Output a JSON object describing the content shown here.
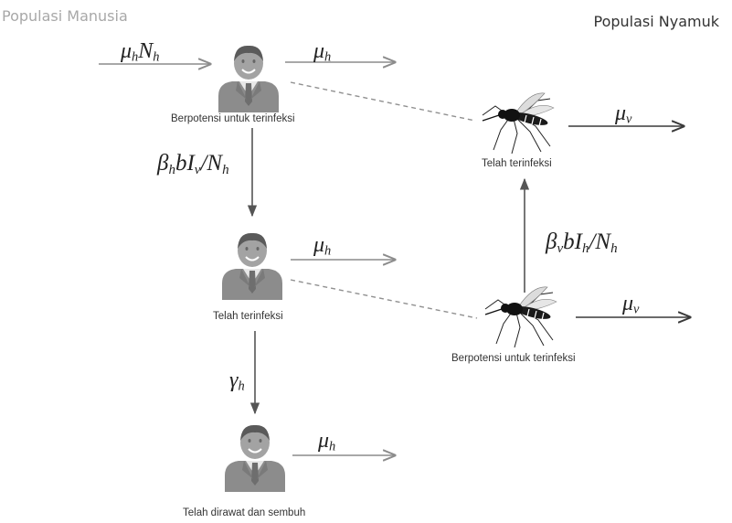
{
  "headers": {
    "human_population": "Populasi Manusia",
    "mosquito_population": "Populasi Nyamuk"
  },
  "human_nodes": {
    "susceptible": "Berpotensi untuk  terinfeksi",
    "infected": "Telah terinfeksi",
    "recovered": "Telah dirawat dan sembuh"
  },
  "mosquito_nodes": {
    "infected": "Telah terinfeksi",
    "susceptible": "Berpotensi untuk terinfeksi"
  },
  "rates": {
    "recruitment": {
      "sym1": "μ",
      "sub1": "h",
      "sym2": "N",
      "sub2": "h"
    },
    "death_h": {
      "sym": "μ",
      "sub": "h"
    },
    "death_v": {
      "sym": "μ",
      "sub": "v"
    },
    "infection_h": {
      "beta": "β",
      "beta_sub": "h",
      "b": "b",
      "I": "I",
      "I_sub": "v",
      "slash": "/",
      "N": "N",
      "N_sub": "h"
    },
    "infection_v": {
      "beta": "β",
      "beta_sub": "v",
      "b": "b",
      "I": "I",
      "I_sub": "h",
      "slash": "/",
      "N": "N",
      "N_sub": "h"
    },
    "recovery": {
      "sym": "γ",
      "sub": "h"
    }
  },
  "colors": {
    "header_left": "#a8a8a8",
    "header_right": "#333333",
    "arrow": "#8c8c8c",
    "arrow_dark": "#3a3a3a",
    "dashed": "#909090",
    "person_body": "#8c8c8c",
    "person_head": "#a3a3a3"
  }
}
